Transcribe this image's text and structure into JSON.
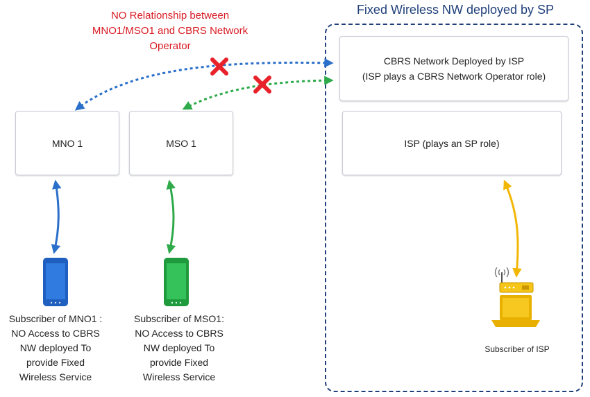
{
  "region": {
    "title": "Fixed Wireless NW deployed by SP"
  },
  "note": {
    "lines": [
      "NO Relationship between",
      "MNO1/MSO1 and CBRS Network",
      "Operator"
    ]
  },
  "nodes": {
    "cbrs": {
      "lines": [
        "CBRS Network Deployed by ISP",
        "(ISP plays a CBRS Network Operator role)"
      ]
    },
    "isp": {
      "label": "ISP (plays an SP role)"
    },
    "mno1": {
      "label": "MNO 1"
    },
    "mso1": {
      "label": "MSO 1"
    }
  },
  "subscribers": {
    "mno1": {
      "lines": [
        "Subscriber of MNO1 :",
        "NO Access to CBRS",
        "NW deployed To",
        "provide Fixed",
        "Wireless Service"
      ]
    },
    "mso1": {
      "lines": [
        "Subscriber of MSO1:",
        "NO Access to CBRS",
        "NW deployed To",
        "provide Fixed",
        "Wireless Service"
      ]
    },
    "isp": {
      "label": "Subscriber of ISP"
    }
  },
  "icons": {
    "mno1_device": "smartphone-icon",
    "mso1_device": "smartphone-icon",
    "isp_device": "laptop-with-router-icon",
    "blocked": "red-x-icon"
  },
  "colors": {
    "mno1": "#2a6fc9",
    "mso1": "#2eaa4a",
    "isp": "#f2b705",
    "blocked": "#e8212a",
    "region_border": "#1f3f7a",
    "note_text": "#d81b23"
  }
}
